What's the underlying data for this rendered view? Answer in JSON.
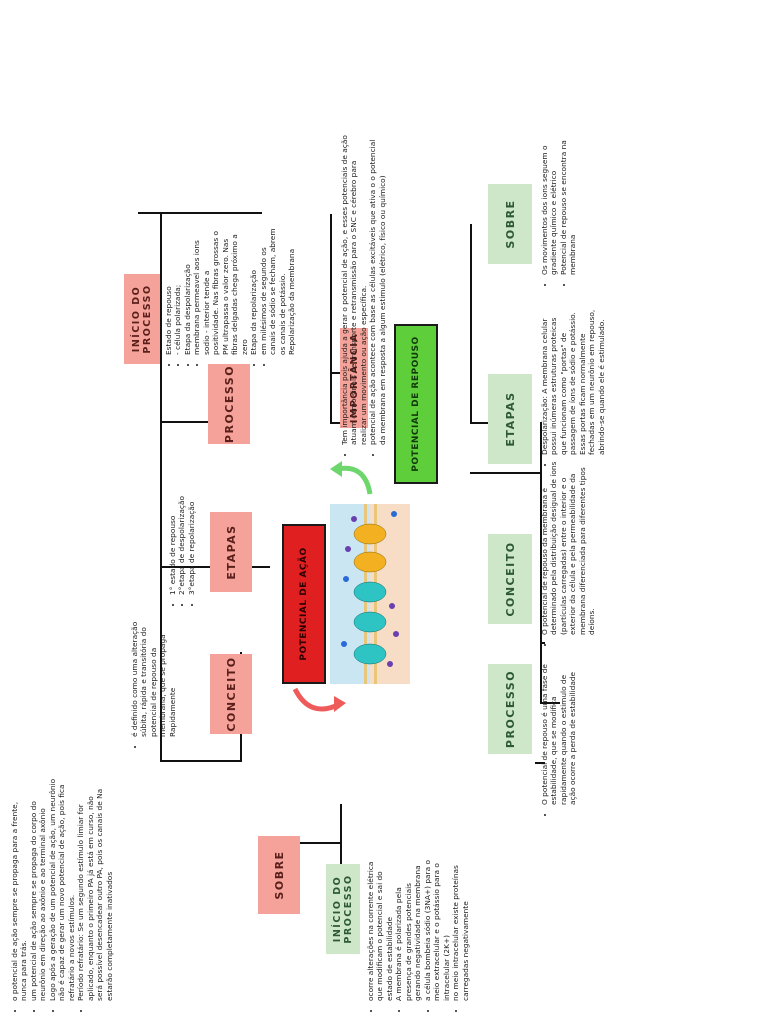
{
  "action_potential": {
    "title": "POTENCIAL DE AÇÃO",
    "sobre_label": "SOBRE",
    "sobre_items": [
      "o potencial de ação sempre se propaga para a frente, nunca para trás.",
      "um potencial de ação sempre se propaga do corpo do neurônio em direção ao axônio e ao terminal axônio",
      "Logo após a geração de um potencial de ação, um neurônio não é capaz de gerar um novo potencial de ação, pois fica refratário a novos estímulos.",
      "Período refratário: Se um segundo estímulo limiar for aplicado, enquanto o primeiro PA já está em curso, não será possível desencadear outro PA, pois os canais de Na estarão completamente inativados"
    ],
    "conceito_label": "CONCEITO",
    "conceito_items": [
      "é definido como uma alteração súbita, rápida e transitória do potencial de repouso da membrana, que se propaga Rapidamente"
    ],
    "etapas_label": "ETAPAS",
    "etapas_items": [
      "1° estado de repouso",
      "2°etapa de despolarização",
      "3°etapa de repolarização"
    ],
    "processo_label": "PROCESSO",
    "inicio_label": "INÍCIO DO PROCESSO",
    "inicio_items": [
      "Estado de repouso",
      "- célula polarizada;",
      "Etapa da despolarização",
      "membrana permeavel aos ions sodio - interior tende a positividade. Nas fibras grossas o PM ultrapassa o valor zero. Nas fibras delgadas chega próximo a zero",
      "Etapa da repolarização",
      "em milésimos de segundo os canais de sódio se fecham, abrem os canais de potássio. Repolarização da membrana"
    ],
    "importancia_label": "IMPORTÂNCIA",
    "importancia_items": [
      "Tem importância pois ajuda a gerar o potencial de ação, e esses potenciais de ação atuam como sinais de transporte e retransmissão para o SNC e cérebro para realizar um movimento ou ação específica.",
      "potencial de ação acontece com base as células excitáveis que ativa o o potencial da membrana em resposta a algum estimulo (elétrico, físico ou químico)"
    ]
  },
  "resting_potential": {
    "title": "POTENCIAL DE REPOUSO",
    "inicio_label": "INÍCIO DO PROCESSO",
    "inicio_items": [
      "ocorre alterações na corrente elétrica que modificam o potencial e sai do estado de estabilidade",
      "A membrana é polarizada pela presença de grandes potenciais gerando negatividade na membrana",
      "a célula bombeia sódio (3NA+) para o meio extracelular e o potássio para o intracelular (2K+)",
      "no meio intracelular existe proteínas carregadas negativamente"
    ],
    "processo_label": "PROCESSO",
    "processo_items": [
      "O potencial de repouso é uma fase de estabilidade, que se modifica rapidamente quando o estimulo de ação ocorre a perda de estabilidade"
    ],
    "conceito_label": "CONCEITO",
    "conceito_items": [
      "O potencial de repouso da membrana é determinado pela distribuição desigual de íons (partículas carregadas) entre o interior e o exterior da célula e pela permeabilidade da membrana diferenciada para diferentes tipos deíons."
    ],
    "etapas_label": "ETAPAS",
    "etapas_items": [
      "Despolarização: A membrana celular possui inúmeras estruturas proteicas que funcionam como \"portas\" de passagem de íons de sódio e potássio. Essas portas ficam normalmente fechadas em um neurônio em repouso, abrindo-se quando ele é estimulado."
    ],
    "sobre_label": "SOBRE",
    "sobre_items": [
      "Os movimentos dos ions seguem o gradiente químico e elétrico",
      "Potencial de repouso se encontra na membrana"
    ]
  },
  "colors": {
    "pink_box": "#f5a39a",
    "green_box": "#cfe7c9",
    "action_title": "#e02020",
    "rest_title": "#5ecf3a"
  },
  "icons": [
    "membrane-channel-illustration",
    "curved-arrow-red",
    "curved-arrow-green"
  ]
}
